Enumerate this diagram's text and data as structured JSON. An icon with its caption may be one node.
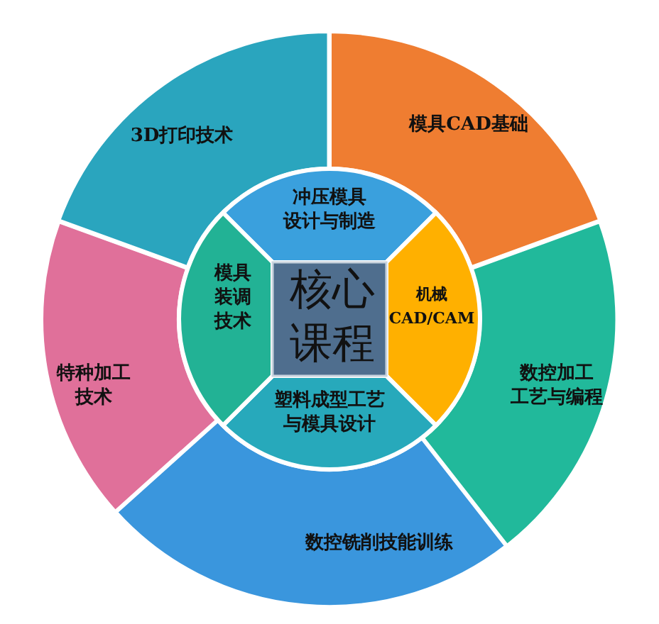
{
  "diagram": {
    "nodes": [
      {
        "text": [
          "模具CAD基础"
        ]
      },
      {
        "text": [
          "数控加工工艺与编程"
        ]
      },
      {
        "text": [
          "数控铣削技能训练"
        ]
      },
      {
        "text": [
          "特种加工技术"
        ]
      },
      {
        "text": [
          "3D打印技术"
        ]
      },
      {
        "text": [
          "冲压模具设计与制造"
        ]
      },
      {
        "text": [
          "机械CAD/CAM"
        ]
      },
      {
        "text": [
          "塑料成型工艺与模具设计"
        ]
      },
      {
        "text": [
          "模具装调技术"
        ]
      },
      {
        "text": [
          "核心课程"
        ]
      }
    ]
  }
}
